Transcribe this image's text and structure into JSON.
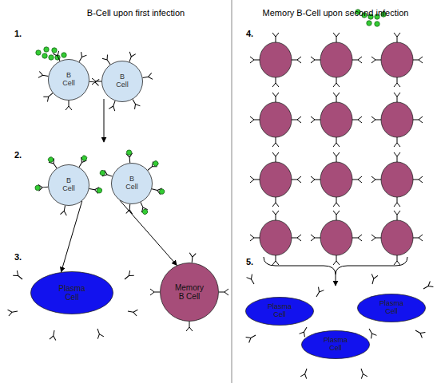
{
  "diagram": {
    "nodes": [
      {
        "text": [
          "B Cell"
        ]
      },
      {
        "text": [
          "B Cell"
        ]
      },
      {
        "text": [
          "B Cell"
        ]
      },
      {
        "text": [
          "B Cell"
        ]
      },
      {
        "text": [
          "Plasma Cell"
        ]
      },
      {
        "text": [
          "Memory B Cell"
        ]
      },
      {
        "text": [
          "Plasma Cell"
        ]
      },
      {
        "text": [
          "Plasma Cell"
        ]
      },
      {
        "text": [
          "Plasma Cell"
        ]
      }
    ],
    "edges": [
      {
        "from": 2,
        "to": 4,
        "arrow": "to"
      },
      {
        "from": 3,
        "to": 5,
        "arrow": "to"
      }
    ],
    "labels": [
      "B-Cell upon first infection",
      "Memory B-Cell upon second infection",
      "1.",
      "2.",
      "3.",
      "4.",
      "5."
    ]
  }
}
